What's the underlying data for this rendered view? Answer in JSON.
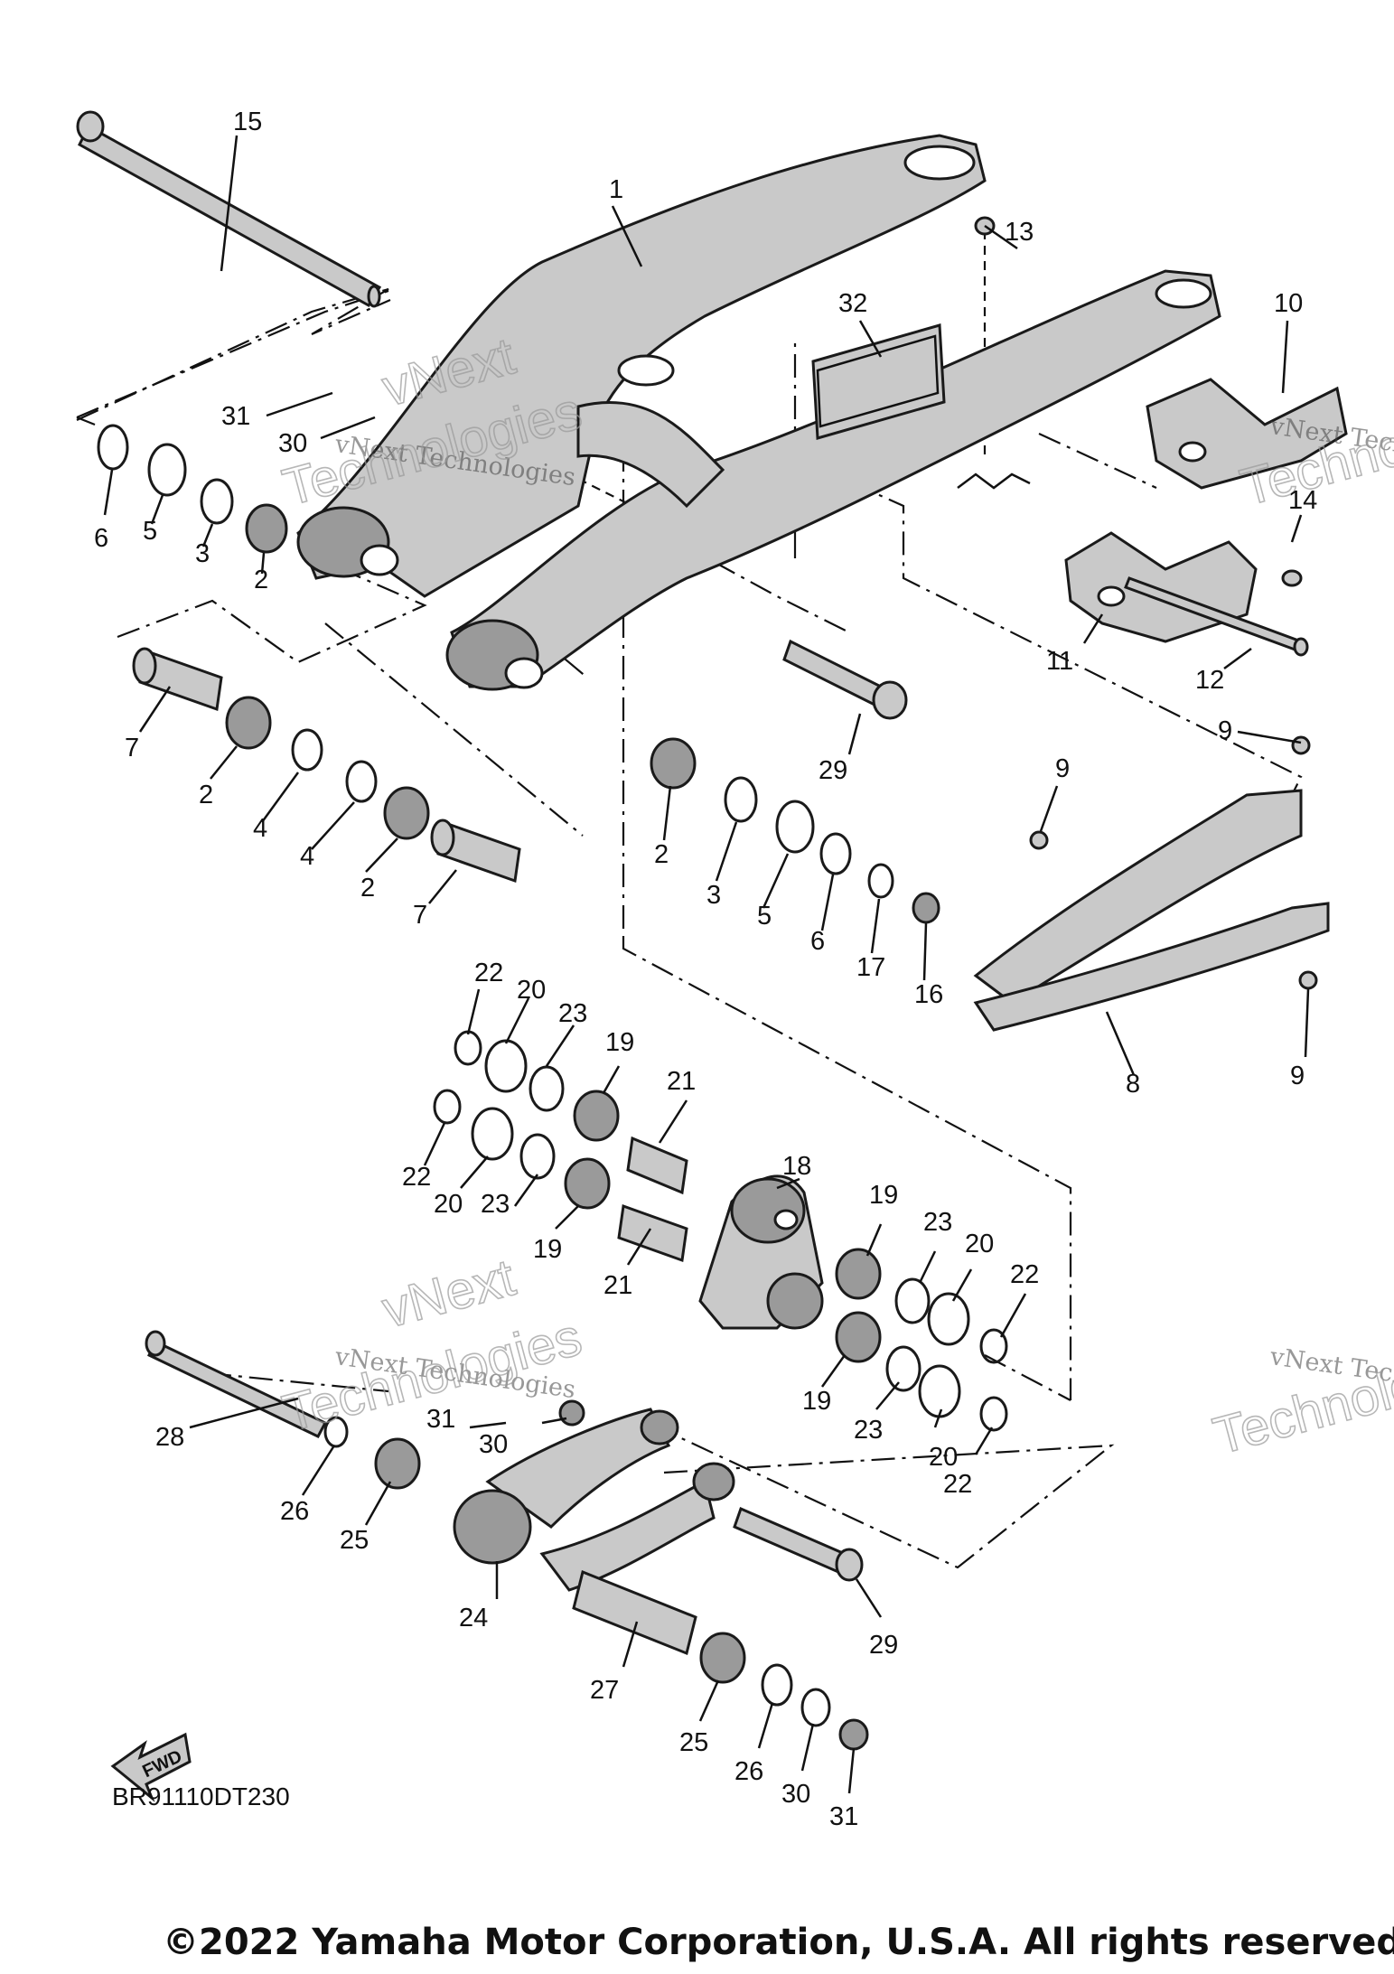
{
  "diagram_code": "BR91110DT230",
  "copyright": "©2022 Yamaha Motor Corporation, U.S.A. All rights reserved.",
  "fwd_label": "FWD",
  "watermark": {
    "line1": "vNext Technologies",
    "line2": "vNext",
    "line3": "Technologies"
  },
  "callouts": {
    "c1": "1",
    "c2a": "2",
    "c2b": "2",
    "c2c": "2",
    "c2d": "2",
    "c3a": "3",
    "c3b": "3",
    "c4a": "4",
    "c4b": "4",
    "c5a": "5",
    "c5b": "5",
    "c6a": "6",
    "c6b": "6",
    "c7a": "7",
    "c7b": "7",
    "c8": "8",
    "c9a": "9",
    "c9b": "9",
    "c9c": "9",
    "c10": "10",
    "c11": "11",
    "c12": "12",
    "c13": "13",
    "c14": "14",
    "c15": "15",
    "c16": "16",
    "c17": "17",
    "c18": "18",
    "c19a": "19",
    "c19b": "19",
    "c19c": "19",
    "c19d": "19",
    "c20a": "20",
    "c20b": "20",
    "c20c": "20",
    "c20d": "20",
    "c21a": "21",
    "c21b": "21",
    "c22a": "22",
    "c22b": "22",
    "c22c": "22",
    "c22d": "22",
    "c23a": "23",
    "c23b": "23",
    "c23c": "23",
    "c23d": "23",
    "c24": "24",
    "c25a": "25",
    "c25b": "25",
    "c26a": "26",
    "c26b": "26",
    "c27": "27",
    "c28": "28",
    "c29a": "29",
    "c29b": "29",
    "c30a": "30",
    "c30b": "30",
    "c30c": "30",
    "c31a": "31",
    "c31b": "31",
    "c31c": "31",
    "c32": "32"
  }
}
